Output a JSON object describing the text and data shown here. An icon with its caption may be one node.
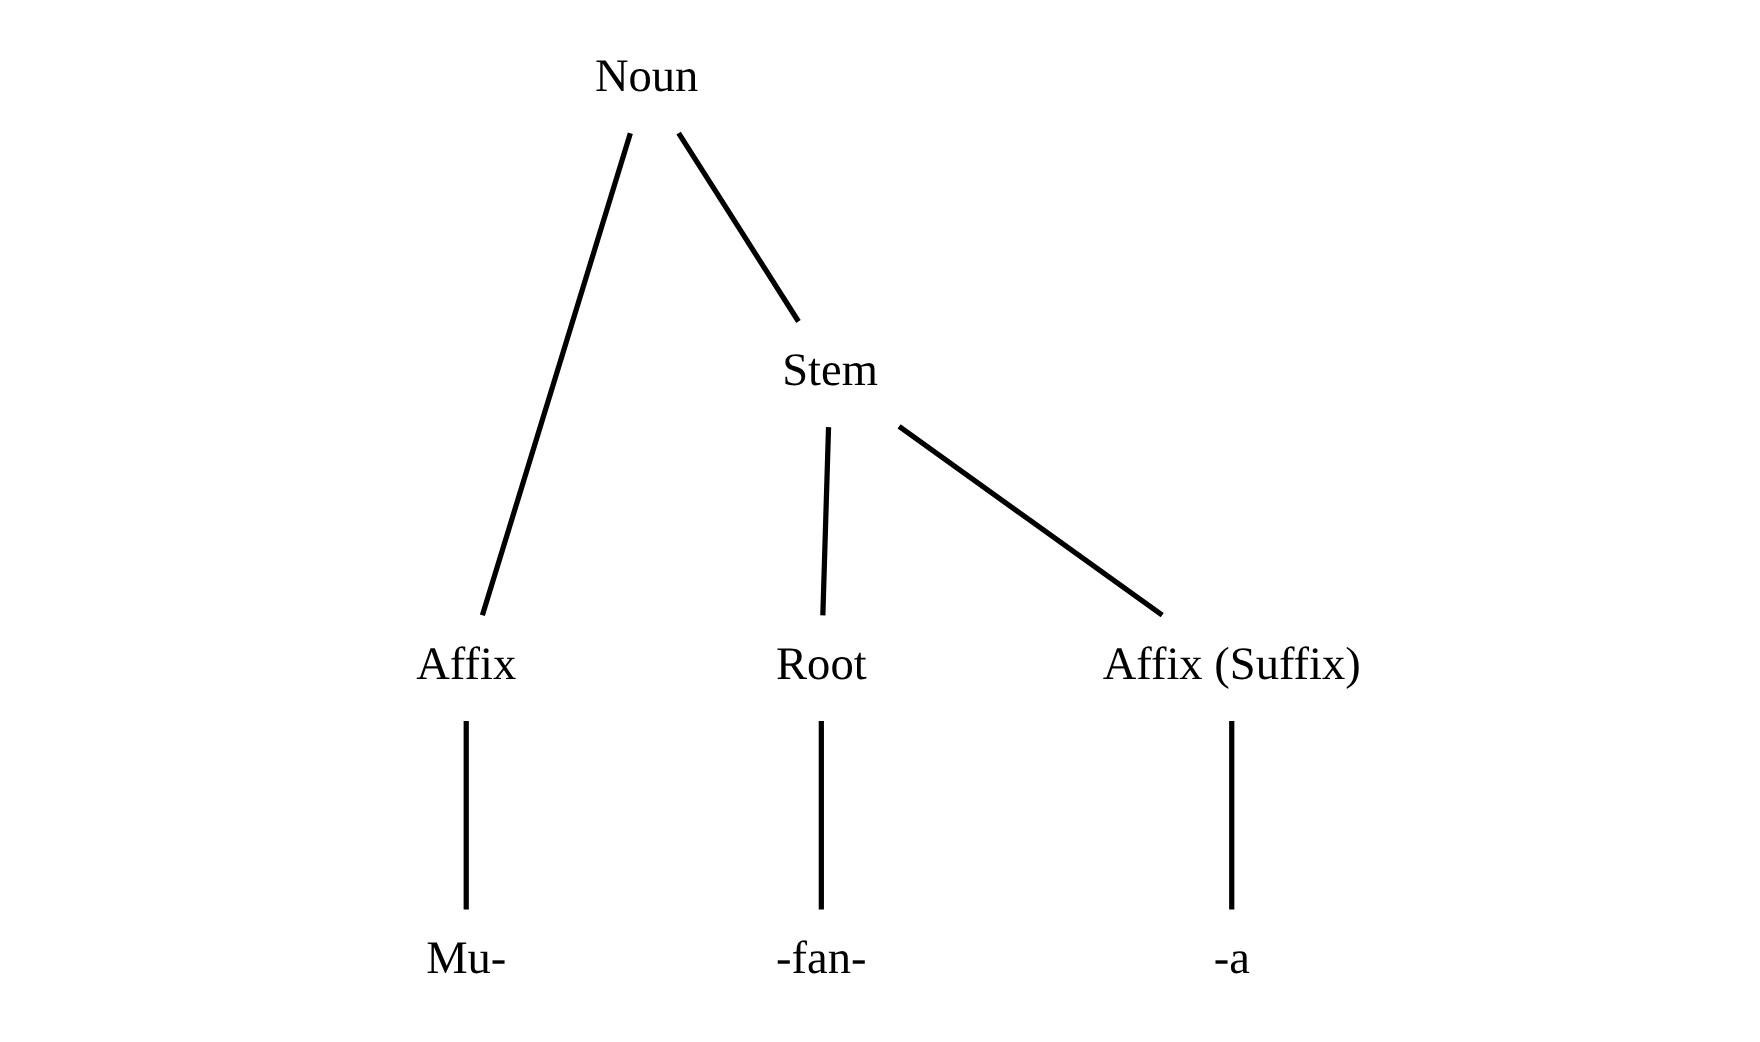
{
  "diagram": {
    "nodes": [
      {
        "text": [
          "Noun"
        ]
      },
      {
        "text": [
          "Affix"
        ]
      },
      {
        "text": [
          "Stem"
        ]
      },
      {
        "text": [
          "Root"
        ]
      },
      {
        "text": [
          "Affix (Suffix)"
        ]
      },
      {
        "text": [
          "Mu-"
        ]
      },
      {
        "text": [
          "-fan-"
        ]
      },
      {
        "text": [
          "-a"
        ]
      }
    ],
    "edges": [
      {
        "from": 0,
        "to": 1,
        "arrow": "none"
      },
      {
        "from": 0,
        "to": 2,
        "arrow": "none"
      },
      {
        "from": 2,
        "to": 3,
        "arrow": "none"
      },
      {
        "from": 2,
        "to": 4,
        "arrow": "none"
      },
      {
        "from": 1,
        "to": 5,
        "arrow": "none"
      },
      {
        "from": 3,
        "to": 6,
        "arrow": "none"
      },
      {
        "from": 4,
        "to": 7,
        "arrow": "none"
      }
    ]
  }
}
